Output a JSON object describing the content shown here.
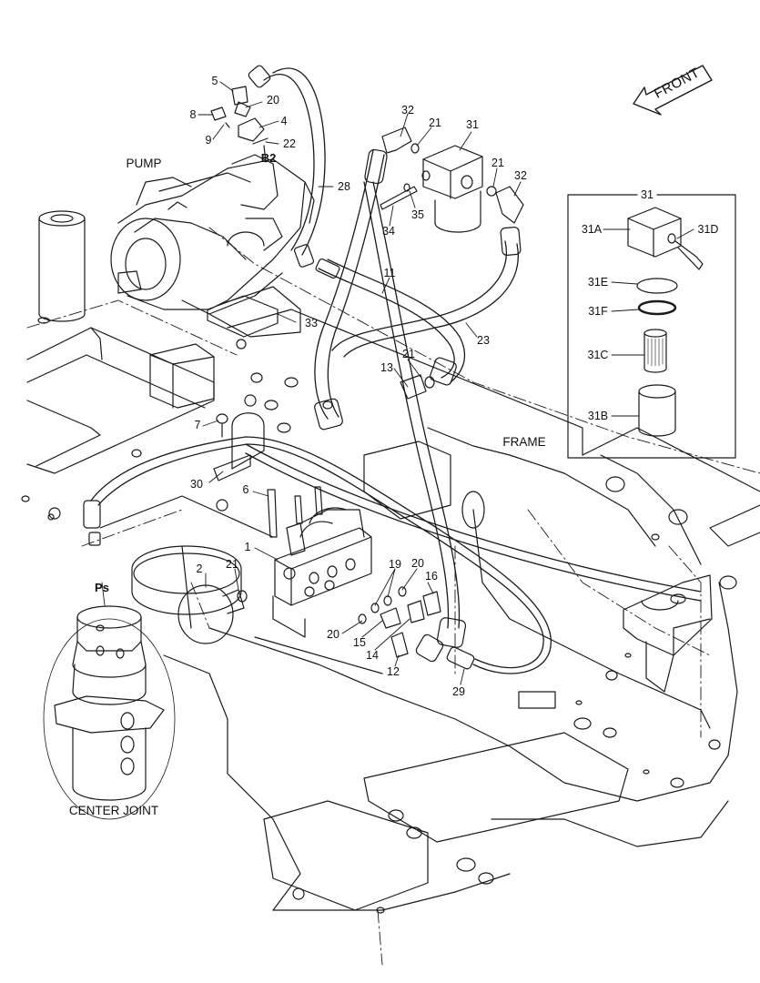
{
  "directions": {
    "front": "FRONT"
  },
  "assemblies": {
    "pump": "PUMP",
    "frame": "FRAME",
    "center_joint": "CENTER JOINT"
  },
  "ports": {
    "b2": "B2",
    "ps": "Ps"
  },
  "callouts": {
    "c1": "1",
    "c2": "2",
    "c4": "4",
    "c5": "5",
    "c6": "6",
    "c7": "7",
    "c8": "8",
    "c9": "9",
    "c11": "11",
    "c12": "12",
    "c13": "13",
    "c14": "14",
    "c15": "15",
    "c16": "16",
    "c19": "19",
    "c20a": "20",
    "c20b": "20",
    "c20c": "20",
    "c21a": "21",
    "c21b": "21",
    "c21c": "21",
    "c21d": "21",
    "c22": "22",
    "c23": "23",
    "c28": "28",
    "c29": "29",
    "c30": "30",
    "c31a": "31",
    "c31b": "31",
    "c32a": "32",
    "c32b": "32",
    "c33": "33",
    "c34": "34",
    "c35": "35"
  },
  "inset": {
    "title": "31",
    "parts": [
      "31A",
      "31D",
      "31E",
      "31F",
      "31C",
      "31B"
    ]
  }
}
